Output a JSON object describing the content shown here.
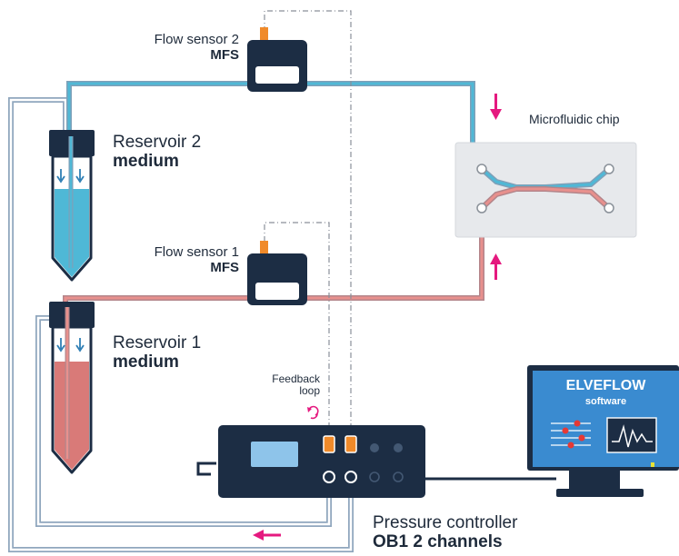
{
  "labels": {
    "flow_sensor_2": {
      "name": "Flow sensor 2",
      "model": "MFS"
    },
    "flow_sensor_1": {
      "name": "Flow sensor 1",
      "model": "MFS"
    },
    "reservoir_2": {
      "name": "Reservoir 2",
      "content": "medium"
    },
    "reservoir_1": {
      "name": "Reservoir 1",
      "content": "medium"
    },
    "chip": "Microfluidic chip",
    "feedback": {
      "line1": "Feedback",
      "line2": "loop"
    },
    "controller": {
      "name": "Pressure controller",
      "model": "OB1 2 channels"
    }
  },
  "monitor": {
    "brand": "ELVEFLOW",
    "product": "software"
  },
  "colors": {
    "blue_fluid": "#4fb8d6",
    "red_fluid": "#d97a78",
    "navy": "#1c2d44",
    "arrow_magenta": "#e5197f",
    "orange_port": "#f08a2a",
    "chip_panel": "#e7e9ec",
    "tube_outline": "#9fb3c6",
    "screen_blue": "#3a8bd0"
  }
}
